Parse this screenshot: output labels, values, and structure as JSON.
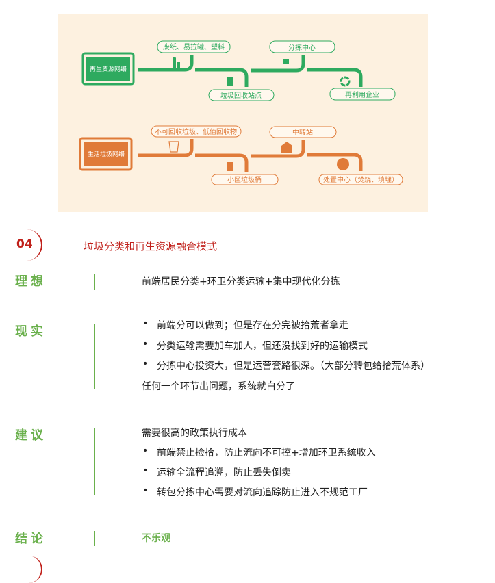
{
  "diagram": {
    "colors": {
      "green": "#2eaa5f",
      "orange": "#e07b39",
      "bg": "#fdf1e0"
    },
    "recycle_network": {
      "title": "再生资源网络",
      "steps": [
        "废纸、易拉罐、塑料",
        "垃圾回收站点",
        "分拣中心",
        "再利用企业"
      ],
      "icons": [
        "bottle-can-icon",
        "trash-bin-icon",
        "sorting-icon",
        "recycle-icon"
      ]
    },
    "waste_network": {
      "title": "生活垃圾网络",
      "steps": [
        "不可回收垃圾、低值回收物",
        "小区垃圾桶",
        "中转站",
        "处置中心（焚烧、填埋）"
      ],
      "icons": [
        "trash-bin-icon",
        "community-bin-icon",
        "transfer-station-icon",
        "truck-icon"
      ]
    }
  },
  "section": {
    "number": "04",
    "title": "垃圾分类和再生资源融合模式"
  },
  "ideal": {
    "label": "理想",
    "text": "前端居民分类+环卫分类运输+集中现代化分拣"
  },
  "reality": {
    "label": "现实",
    "bullets": [
      "前端分可以做到；但是存在分完被拾荒者拿走",
      "分类运输需要加车加人，但还没找到好的运输模式",
      "分拣中心投资大，但是运营套路很深。（大部分转包给拾荒体系）"
    ],
    "note": "任何一个环节出问题，系统就白分了"
  },
  "advice": {
    "label": "建议",
    "intro": "需要很高的政策执行成本",
    "bullets": [
      "前端禁止捡拾，防止流向不可控+增加环卫系统收入",
      "运输全流程追溯，防止丢失倒卖",
      "转包分拣中心需要对流向追踪防止进入不规范工厂"
    ]
  },
  "conclusion": {
    "label": "结论",
    "text": "不乐观"
  }
}
